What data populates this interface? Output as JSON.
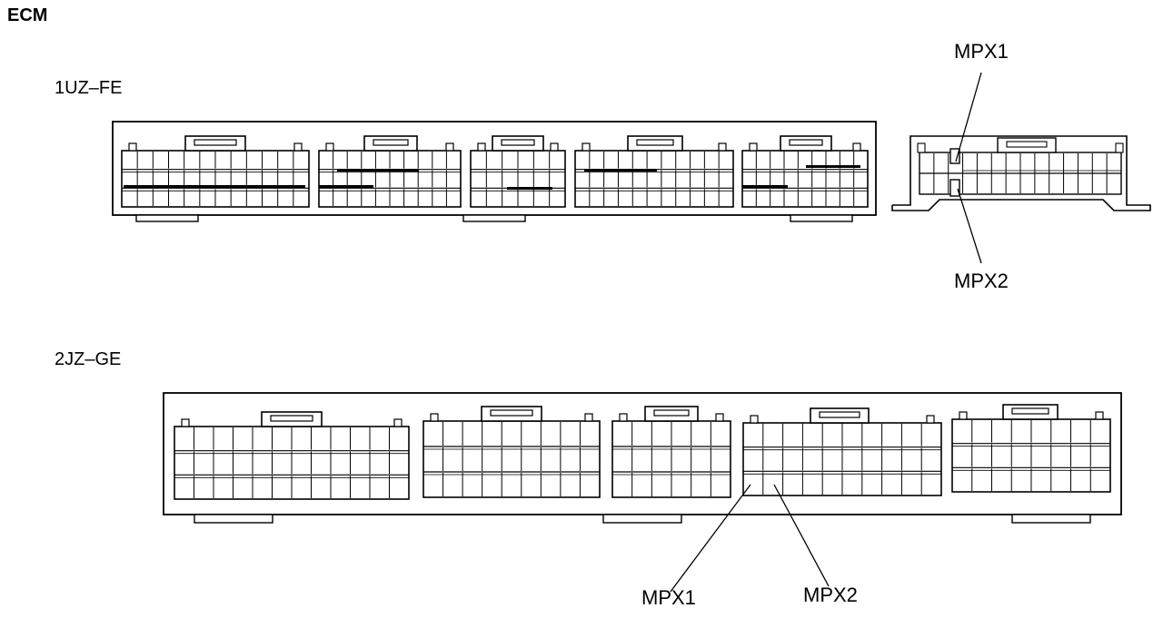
{
  "diagram": {
    "title": "ECM",
    "engines": [
      {
        "label": "1UZ–FE",
        "callouts": [
          "MPX1",
          "MPX2"
        ]
      },
      {
        "label": "2JZ–GE",
        "callouts": [
          "MPX1",
          "MPX2"
        ]
      }
    ]
  },
  "colors": {
    "line": "#000000",
    "background": "#ffffff"
  }
}
